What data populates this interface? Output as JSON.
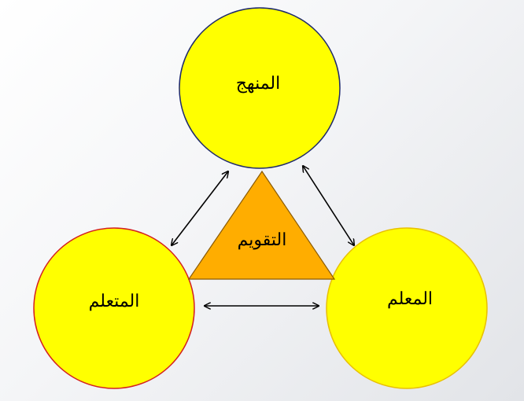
{
  "nodes": {
    "curriculum": {
      "label": "المنهج"
    },
    "learner": {
      "label": "المتعلم"
    },
    "teacher": {
      "label": "المعلم"
    },
    "evaluation": {
      "label": "التقويم"
    }
  },
  "colors": {
    "circle_fill": "#ffff00",
    "curriculum_stroke": "#1f2a6b",
    "learner_stroke": "#d42020",
    "teacher_stroke": "#e8c000",
    "triangle_fill": "#ffad00",
    "triangle_stroke": "#8a5a00",
    "arrow": "#000000"
  }
}
